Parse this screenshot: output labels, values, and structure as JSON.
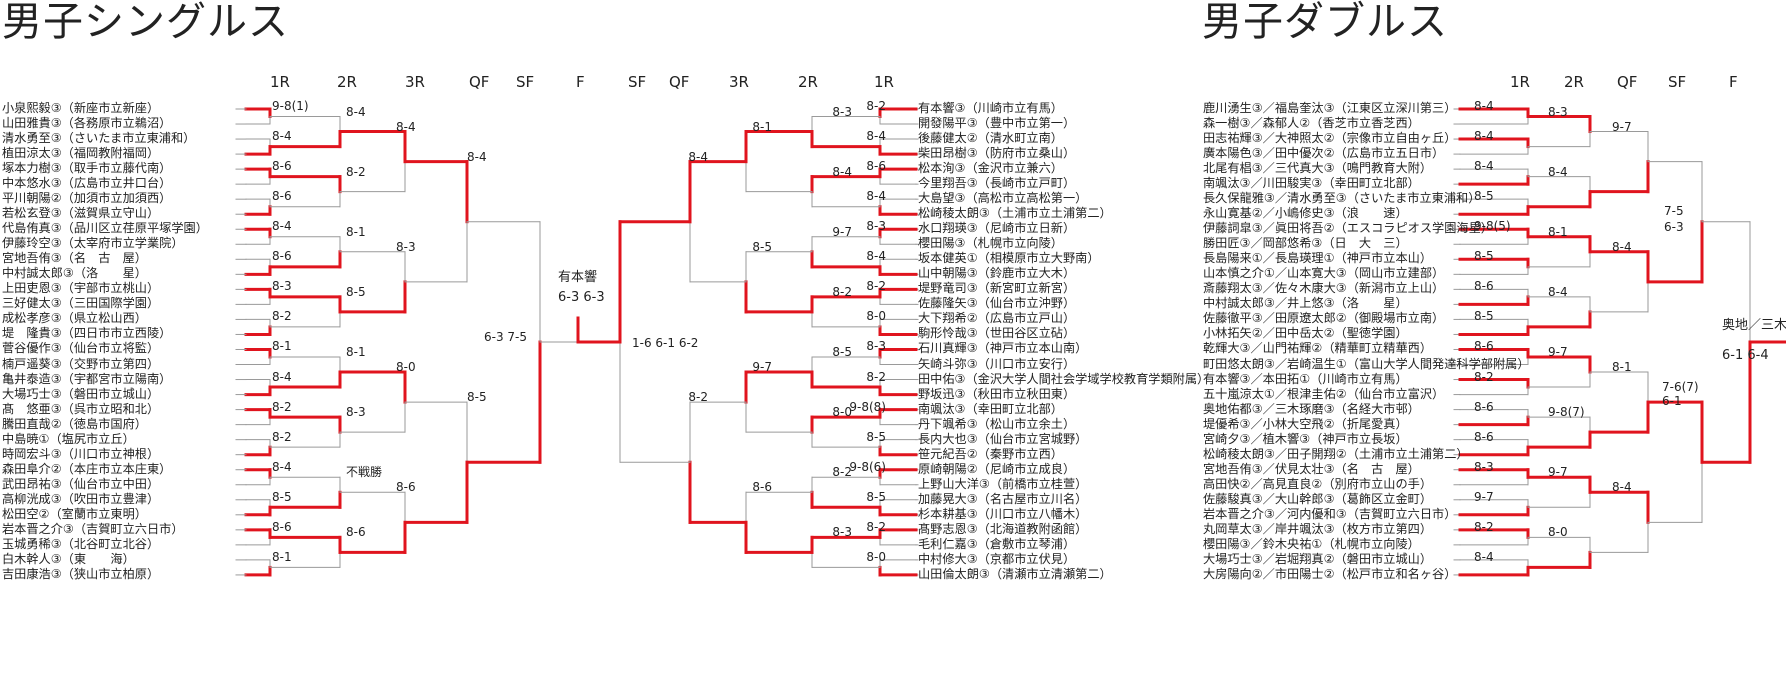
{
  "singles": {
    "title": "男子シングルス",
    "round_labels_left": [
      "1R",
      "2R",
      "3R",
      "QF",
      "SF",
      "F"
    ],
    "round_labels_right": [
      "SF",
      "QF",
      "3R",
      "2R",
      "1R"
    ],
    "left_players": [
      "小泉熙毅③（新座市立新座）",
      "山田雅貴③（各務原市立鵜沼）",
      "清水勇至③（さいたま市立東浦和）",
      "植田涼太③（福岡教附福岡）",
      "塚本力樹③（取手市立藤代南）",
      "中本悠水③（広島市立井口台）",
      "平川朝陽②（加須市立加須西）",
      "若松玄登③（滋賀県立守山）",
      "代島侑真③（品川区立荏原平塚学園）",
      "伊藤玲空③（太宰府市立学業院）",
      "宮地吾侑③（名　古　屋）",
      "中村誠太郎③（洛　　星）",
      "上田吏恩③（宇部市立桃山）",
      "三好健太③（三田国際学園）",
      "成松孝彦③（県立松山西）",
      "堤　隆貴③（四日市市立西陵）",
      "菅谷優作③（仙台市立将監）",
      "楠戸遥葵③（交野市立第四）",
      "亀井泰造③（宇都宮市立陽南）",
      "大場巧士③（磐田市立城山）",
      "髙　悠亜③（呉市立昭和北）",
      "騰田直哉②（徳島市国府）",
      "中島暁①（塩尻市立丘）",
      "時岡宏斗③（川口市立神根）",
      "森田阜介②（本庄市立本庄東）",
      "武田昂祐③（仙台市立中田）",
      "高柳洸成③（吹田市立豊津）",
      "松田空②（室蘭市立東明）",
      "岩本晋之介③（吉賀町立六日市）",
      "玉城勇稀③（北谷町立北谷）",
      "白木幹人③（東　　海）",
      "吉田康浩③（狭山市立柏原）"
    ],
    "right_players": [
      "有本響③（川崎市立有馬）",
      "開發陽平③（豊中市立第一）",
      "後藤健太②（清水町立南）",
      "柴田昂樹③（防府市立桑山）",
      "松本洵③（金沢市立兼六）",
      "今里翔吾③（長崎市立戸町）",
      "大島望③（高松市立高松第一）",
      "松崎稜太朗③（土浦市立土浦第二）",
      "水口翔瑛③（尼崎市立日新）",
      "櫻田陽③（札幌市立向陵）",
      "坂本健英①（相模原市立大野南）",
      "山中朝陽③（鈴鹿市立大木）",
      "堤野竜司③（新宮町立新宮）",
      "佐藤隆矢③（仙台市立沖野）",
      "大下翔希②（広島市立戸山）",
      "駒形怜哉③（世田谷区立砧）",
      "石川真輝③（神戸市立本山南）",
      "矢崎斗弥③（川口市立安行）",
      "田中佑③（金沢大学人間社会学域学校教育学類附属）",
      "野坂迅③（秋田市立秋田東）",
      "南颯汰③（幸田町立北部）",
      "丹下颯希③（松山市立余土）",
      "長内大也③（仙台市立宮城野）",
      "笹元紀吾②（秦野市立西）",
      "原崎朝陽②（尼崎市立成良）",
      "上野山大洋③（前橋市立桂萱）",
      "加藤晃大③（名古屋市立川名）",
      "杉本耕基③（川口市立八幡木）",
      "髙野志恩③（北海道教附函館）",
      "毛利仁嘉③（倉敷市立琴浦）",
      "中村修大③（京都市立伏見）",
      "山田倫太朗③（清瀬市立清瀬第二）"
    ],
    "left_r1_scores": [
      "9-8(1)",
      "8-4",
      "8-6",
      "8-6",
      "8-4",
      "8-6",
      "8-3",
      "8-2",
      "8-1",
      "8-4",
      "8-2",
      "8-2",
      "8-4",
      "8-5",
      "8-6",
      "8-1"
    ],
    "left_r2_scores": [
      "8-4",
      "8-2",
      "8-1",
      "8-5",
      "8-1",
      "8-3",
      "不戦勝",
      "8-6"
    ],
    "left_r3_scores": [
      "8-4",
      "8-3",
      "8-0",
      "8-6"
    ],
    "left_qf_scores": [
      "8-4",
      "8-5"
    ],
    "left_sf_score": "6-3 7-5",
    "right_r1_scores": [
      "8-2",
      "8-4",
      "8-6",
      "8-4",
      "8-3",
      "8-4",
      "8-2",
      "8-0",
      "8-3",
      "8-2",
      "9-8(8)",
      "8-5",
      "9-8(6)",
      "8-5",
      "8-2",
      "8-0"
    ],
    "right_r2_scores": [
      "8-3",
      "8-4",
      "9-7",
      "8-2",
      "8-5",
      "8-0",
      "8-2",
      "8-3"
    ],
    "right_r3_scores": [
      "8-1",
      "8-5",
      "9-7",
      "8-6"
    ],
    "right_qf_scores": [
      "8-4",
      "8-2"
    ],
    "right_sf_score": "1-6 6-1 6-2",
    "champion": "有本響",
    "final_score": "6-3 6-3"
  },
  "doubles": {
    "title": "男子ダブルス",
    "round_labels": [
      "1R",
      "2R",
      "QF",
      "SF",
      "F"
    ],
    "players": [
      "鹿川湧生③／福島奎汰③（江東区立深川第三）",
      "森一樹③／森郁人②（香芝市立香芝西）",
      "田志祐輝③／大神照太②（宗像市立自由ヶ丘）",
      "廣本陽色③／田中優次②（広島市立五日市）",
      "北尾有椙③／三代真大③（鳴門教育大附）",
      "南颯汰③／川田駿実③（幸田町立北部）",
      "長久保龍雅③／清水勇至③（さいたま市立東浦和）",
      "永山寛基②／小嶋修史③（浪　　速）",
      "伊藤詞皐③／眞田将吾②（エスコラピオス学園海星）",
      "勝田匠③／岡部悠希③（日　大　三）",
      "長島陽来①／長島瑛理①（神戸市立本山）",
      "山本慎之介①／山本寛大③（岡山市立建部）",
      "斎藤翔太③／佐々木康大③（新潟市立上山）",
      "中村誠太郎③／井上悠③（洛　　星）",
      "佐藤徹平③／田原遼太郎②（御殿場市立南）",
      "小林拓矢②／田中岳太②（聖徳学園）",
      "乾輝大③／山門祐輝②（精華町立精華西）",
      "町田悠太朗③／岩崎温生①（富山大学人間発達科学部附属）",
      "有本響③／本田拓①（川崎市立有馬）",
      "五十嵐涼太①／根津圭佑②（仙台市立富沢）",
      "奥地佑都③／三木琢磨③（名経大市邨）",
      "堤優希③／小林大空飛②（折尾愛真）",
      "宮崎夕③／植木響③（神戸市立長坂）",
      "松崎稜太朗③／田子開翔②（土浦市立土浦第二）",
      "宮地吾侑③／伏見太壮③（名　古　屋）",
      "高田快②／高見直良②（別府市立山の手）",
      "佐藤駿真③／大山幹郎③（葛飾区立金町）",
      "岩本晋之介③／河内優和③（吉賀町立六日市）",
      "丸岡草太③／岸井颯汰③（枚方市立第四）",
      "櫻田陽③／鈴木央祐①（札幌市立向陵）",
      "大場巧士③／岩堀翔真②（磐田市立城山）",
      "大房陽向②／市田陽士②（松戸市立和名ヶ谷）"
    ],
    "r1_scores": [
      "8-4",
      "8-4",
      "8-4",
      "8-5",
      "9-8(5)",
      "8-5",
      "8-6",
      "8-5",
      "8-6",
      "8-2",
      "8-6",
      "8-6",
      "8-3",
      "9-7",
      "8-2",
      "8-4"
    ],
    "r2_scores": [
      "8-3",
      "8-4",
      "8-1",
      "8-4",
      "9-7",
      "9-8(7)",
      "9-7",
      "8-0"
    ],
    "qf_scores": [
      "9-7",
      "8-4",
      "8-1",
      "8-4"
    ],
    "sf_scores": [
      "7-5",
      "6-3",
      "7-6(7)",
      "6-1"
    ],
    "champion": "奥地／三木",
    "final_score": "6-1 6-4"
  }
}
